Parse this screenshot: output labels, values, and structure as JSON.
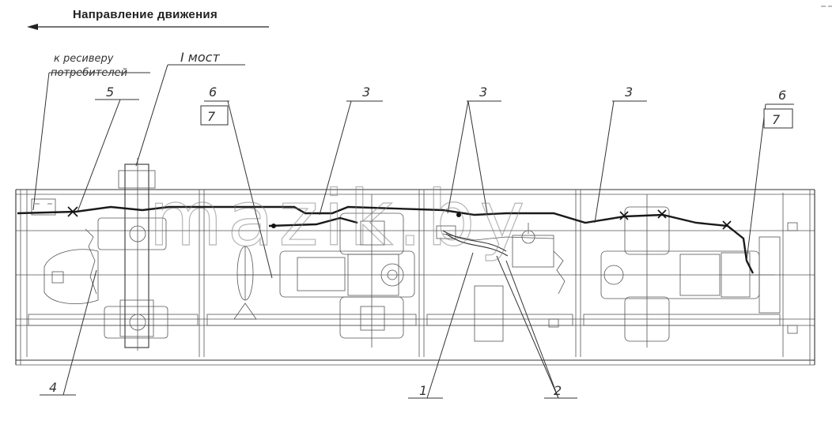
{
  "header": {
    "title": "Направление движения"
  },
  "diagram": {
    "labels": {
      "receiver_line1": "к ресиверу",
      "receiver_line2": "потребителей",
      "axle_one": "I мост",
      "c1": "1",
      "c2": "2",
      "c3a": "3",
      "c3b": "3",
      "c3c": "3",
      "c4": "4",
      "c5": "5",
      "c6a": "6",
      "c6b": "6",
      "c7a": "7",
      "c7b": "7"
    },
    "watermark": "mazik.by"
  }
}
